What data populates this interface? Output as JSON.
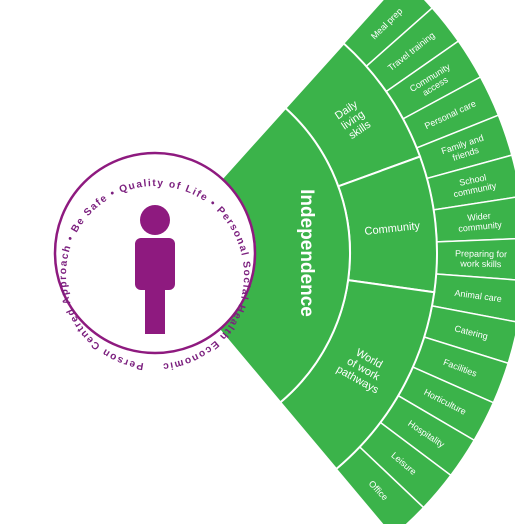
{
  "colors": {
    "green": "#3bb34a",
    "purple": "#8e1a7f",
    "ring_text": "#7b1f7e",
    "divider": "#ffffff"
  },
  "center": {
    "icon": "person-icon",
    "ring_text": "Person Centred Approach • Be Safe • Quality of Life • Personal Social Health Economic"
  },
  "main": {
    "label": "Independence"
  },
  "categories": [
    {
      "key": "daily",
      "label_lines": [
        "Daily",
        "living",
        "skills"
      ]
    },
    {
      "key": "community",
      "label_lines": [
        "Community"
      ]
    },
    {
      "key": "work",
      "label_lines": [
        "World",
        "of work",
        "pathways"
      ]
    }
  ],
  "outer_items": [
    {
      "lines": [
        "Meal prep"
      ]
    },
    {
      "lines": [
        "Travel training"
      ]
    },
    {
      "lines": [
        "Community",
        "access"
      ]
    },
    {
      "lines": [
        "Personal care"
      ]
    },
    {
      "lines": [
        "Family and",
        "friends"
      ]
    },
    {
      "lines": [
        "School",
        "community"
      ]
    },
    {
      "lines": [
        "Wider",
        "community"
      ]
    },
    {
      "lines": [
        "Preparing for",
        "work skills"
      ]
    },
    {
      "lines": [
        "Animal care"
      ]
    },
    {
      "lines": [
        "Catering"
      ]
    },
    {
      "lines": [
        "Facilities"
      ]
    },
    {
      "lines": [
        "Horticulture"
      ]
    },
    {
      "lines": [
        "Hospitality"
      ]
    },
    {
      "lines": [
        "Leisure"
      ]
    },
    {
      "lines": [
        "Office"
      ]
    }
  ]
}
